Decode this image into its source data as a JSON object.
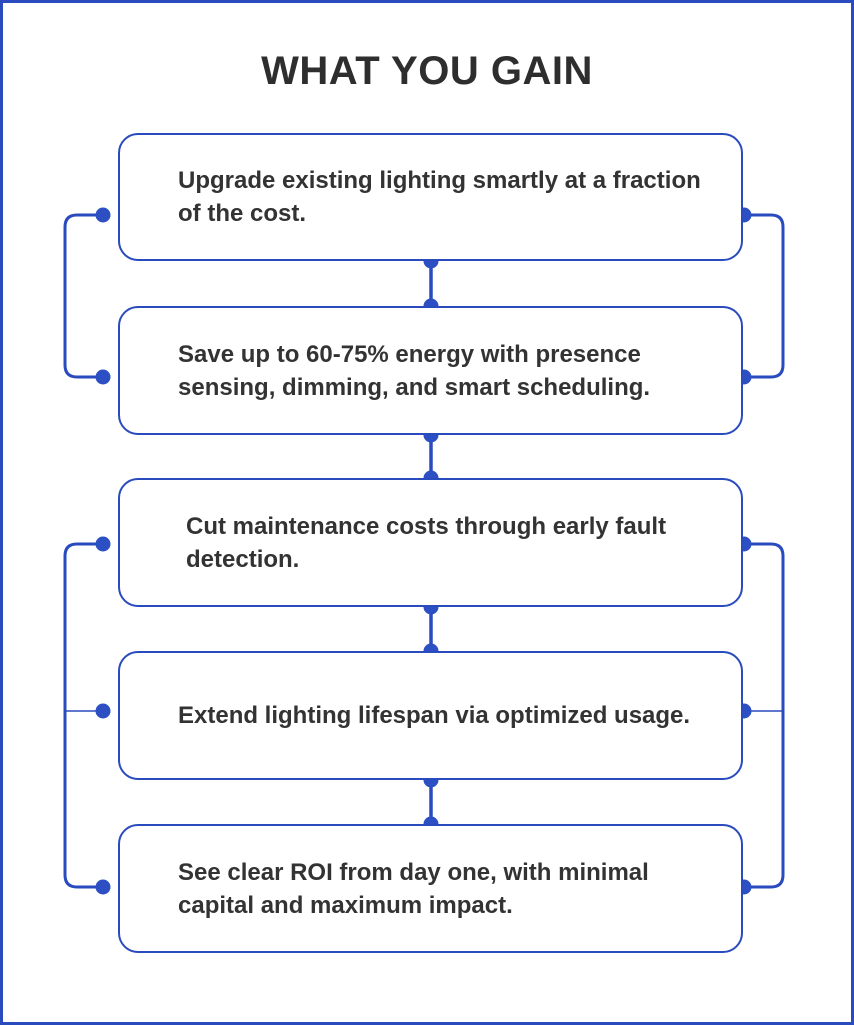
{
  "title": "WHAT YOU GAIN",
  "colors": {
    "accent": "#2a4bbd",
    "dot": "#2c4fc4",
    "title_text": "#2e2e2e",
    "body_text": "#333333",
    "background": "#ffffff"
  },
  "boxes": [
    {
      "text": "Upgrade existing lighting smartly at a fraction of the cost."
    },
    {
      "text": "Save up to 60-75% energy with presence sensing, dimming, and smart scheduling."
    },
    {
      "text": "Cut maintenance costs through early fault detection."
    },
    {
      "text": "Extend lighting lifespan via optimized usage."
    },
    {
      "text": "See clear ROI from day one, with minimal capital and maximum impact."
    }
  ]
}
